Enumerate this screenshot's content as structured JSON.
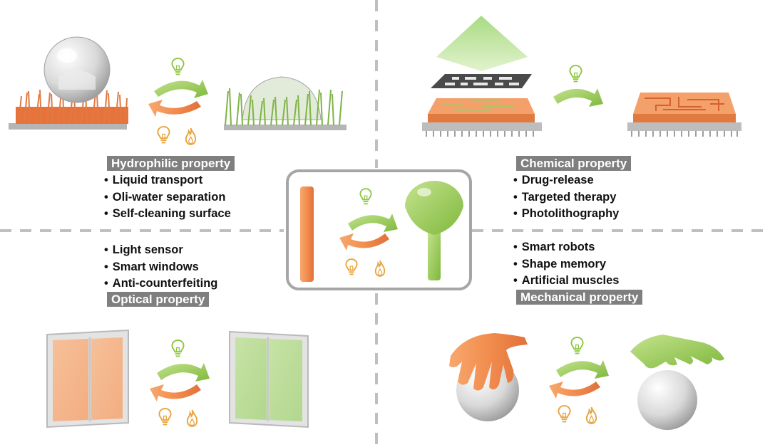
{
  "quadrants": {
    "hydrophilic": {
      "label": "Hydrophilic property",
      "items": [
        "Liquid transport",
        "Oli-water separation",
        "Self-cleaning surface"
      ]
    },
    "chemical": {
      "label": "Chemical property",
      "items": [
        "Drug-release",
        "Targeted therapy",
        "Photolithography"
      ]
    },
    "optical": {
      "label": "Optical property",
      "items": [
        "Light sensor",
        "Smart windows",
        "Anti-counterfeiting"
      ]
    },
    "mechanical": {
      "label": "Mechanical property",
      "items": [
        "Smart robots",
        "Shape memory",
        "Artificial muscles"
      ]
    }
  },
  "colors": {
    "orange": "#f08a4b",
    "green": "#8cc63f",
    "stimulus_icon": "#e8a33c",
    "label_bg": "#7f7f7f",
    "divider": "#bfbfbf"
  },
  "icons": {
    "light_on": "lightbulb-icon",
    "light_off": "lightbulb-icon",
    "heat": "flame-icon"
  }
}
